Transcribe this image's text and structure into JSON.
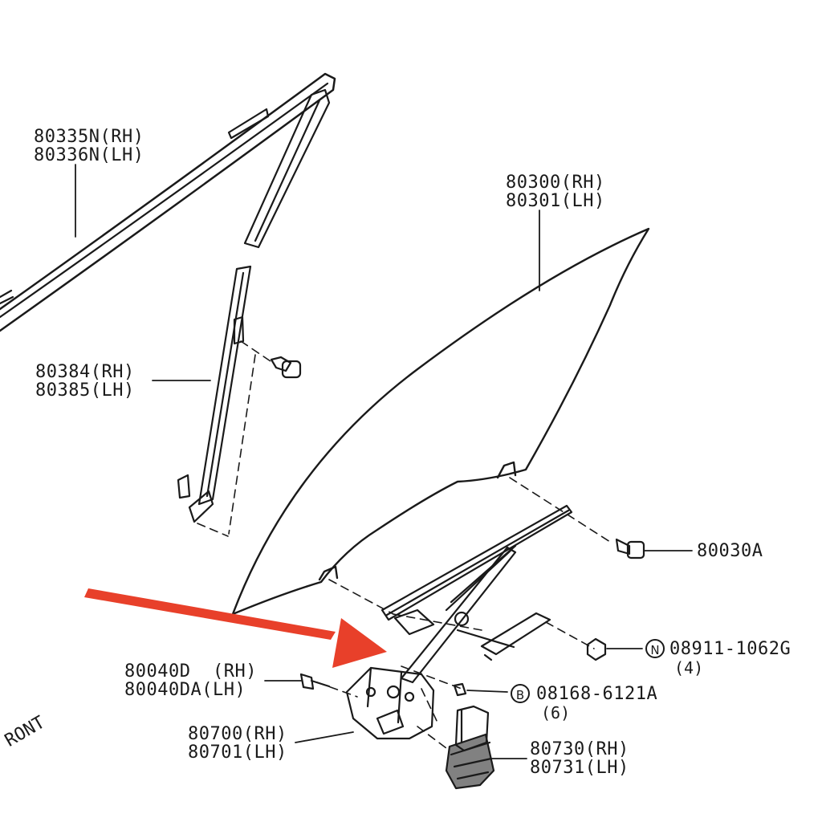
{
  "callouts": [
    {
      "id": "moulding",
      "lines": [
        "80335N(RH)",
        "80336N(LH)"
      ]
    },
    {
      "id": "glass",
      "lines": [
        "80300(RH)",
        "80301(LH)"
      ]
    },
    {
      "id": "sash",
      "lines": [
        "80384(RH)",
        "80385(LH)"
      ]
    },
    {
      "id": "bolt",
      "lines": [
        "80030A"
      ]
    },
    {
      "id": "nut",
      "symbol": "N",
      "lines": [
        "08911-1062G"
      ],
      "qty": "(4)"
    },
    {
      "id": "bracket-bolt",
      "lines": [
        "80040D  (RH)",
        "80040DA(LH)"
      ]
    },
    {
      "id": "screw",
      "symbol": "B",
      "lines": [
        "08168-6121A"
      ],
      "qty": "(6)"
    },
    {
      "id": "regulator",
      "lines": [
        "80700(RH)",
        "80701(LH)"
      ]
    },
    {
      "id": "motor",
      "lines": [
        "80730(RH)",
        "80731(LH)"
      ]
    }
  ],
  "orientation": "RONT",
  "colors": {
    "line": "#1a1a1a",
    "arrow": "#e8402a"
  }
}
